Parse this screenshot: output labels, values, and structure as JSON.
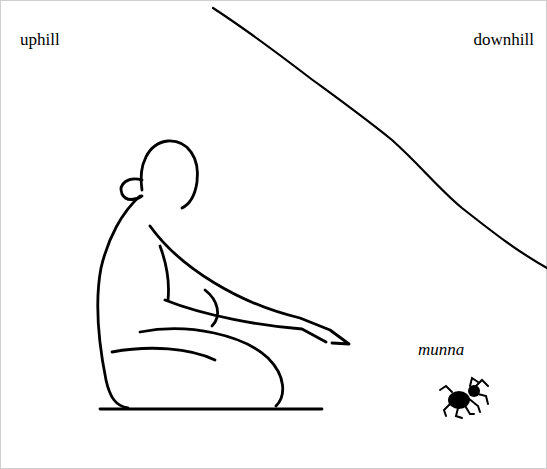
{
  "diagram": {
    "labels": [
      "uphill",
      "downhill",
      "munna"
    ]
  }
}
